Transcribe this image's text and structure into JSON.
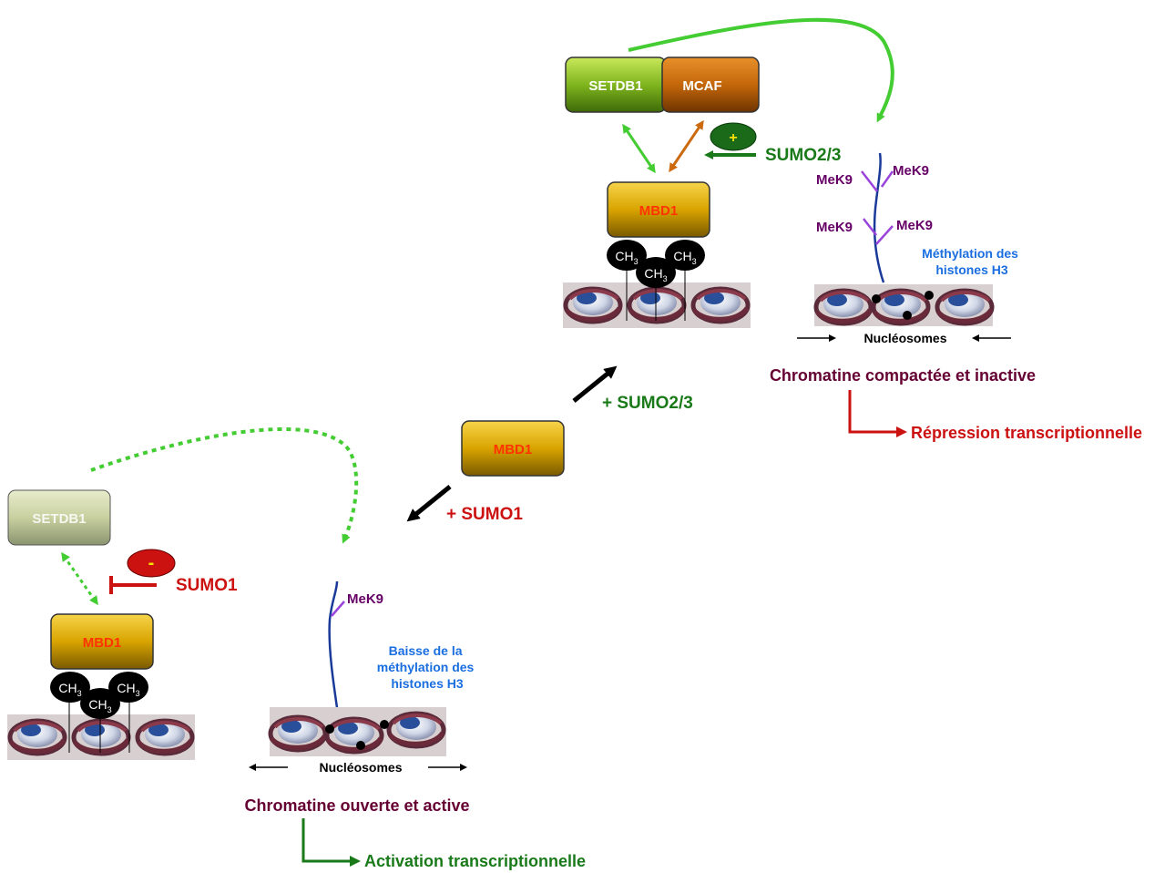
{
  "top_right": {
    "setdb1_label": "SETDB1",
    "mcaf_label": "MCAF",
    "mbd1_label": "MBD1",
    "plus_sign": "+",
    "sumo23_label": "SUMO2/3",
    "mek9_labels": [
      "MeK9",
      "MeK9",
      "MeK9",
      "MeK9"
    ],
    "methylation_note": [
      "Méthylation des",
      "histones H3"
    ],
    "nucleosomes_label": "Nucléosomes",
    "chromatin_state": "Chromatine compactée et inactive",
    "outcome": "Répression transcriptionnelle"
  },
  "center": {
    "mbd1_label": "MBD1",
    "plus_sumo23": "+ SUMO2/3",
    "plus_sumo1": "+ SUMO1"
  },
  "bottom_left": {
    "setdb1_label": "SETDB1",
    "mbd1_label": "MBD1",
    "minus_sign": "-",
    "sumo1_label": "SUMO1",
    "mek9_label": "MeK9",
    "methylation_note": [
      "Baisse de la",
      "méthylation des",
      "histones H3"
    ],
    "nucleosomes_label": "Nucléosomes",
    "chromatin_state": "Chromatine ouverte et active",
    "outcome": "Activation transcriptionnelle"
  },
  "ch3_label": "CH",
  "ch3_subscript": "3",
  "colors": {
    "setdb1_green": "#7fb51e",
    "mcaf_brown": "#c4670a",
    "mbd1_gold": "#d9a400",
    "sumo23_green": "#1a7a1a",
    "sumo1_red": "#cc1111",
    "arrow_light_green": "#44cc33",
    "mek_purple": "#660066",
    "note_blue": "#1a6ee0",
    "chromatin_maroon": "#660033"
  }
}
